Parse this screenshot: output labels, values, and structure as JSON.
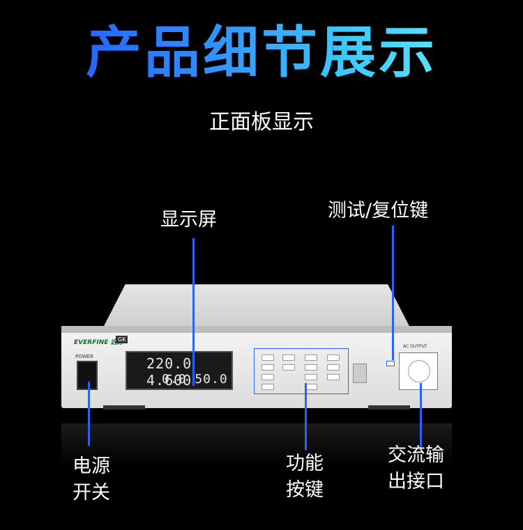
{
  "title": "产品细节展示",
  "subtitle": "正面板显示",
  "labels": {
    "display": "显示屏",
    "test_reset": "测试/复位键",
    "power_line1": "电源",
    "power_line2": "开关",
    "function_line1": "功能",
    "function_line2": "按键",
    "ac_line1": "交流输",
    "ac_line2": "出接口"
  },
  "device": {
    "brand": "EVERFINE 远方",
    "screen_row1": "220.0 4.600",
    "screen_row2": "0.0 50.0",
    "power_label": "POWER",
    "ac_output_label": "AC OUTPUT"
  },
  "colors": {
    "line": "#2a62ff",
    "title_gradient_start": "#1e4bff",
    "title_gradient_end": "#7ff0f0"
  }
}
